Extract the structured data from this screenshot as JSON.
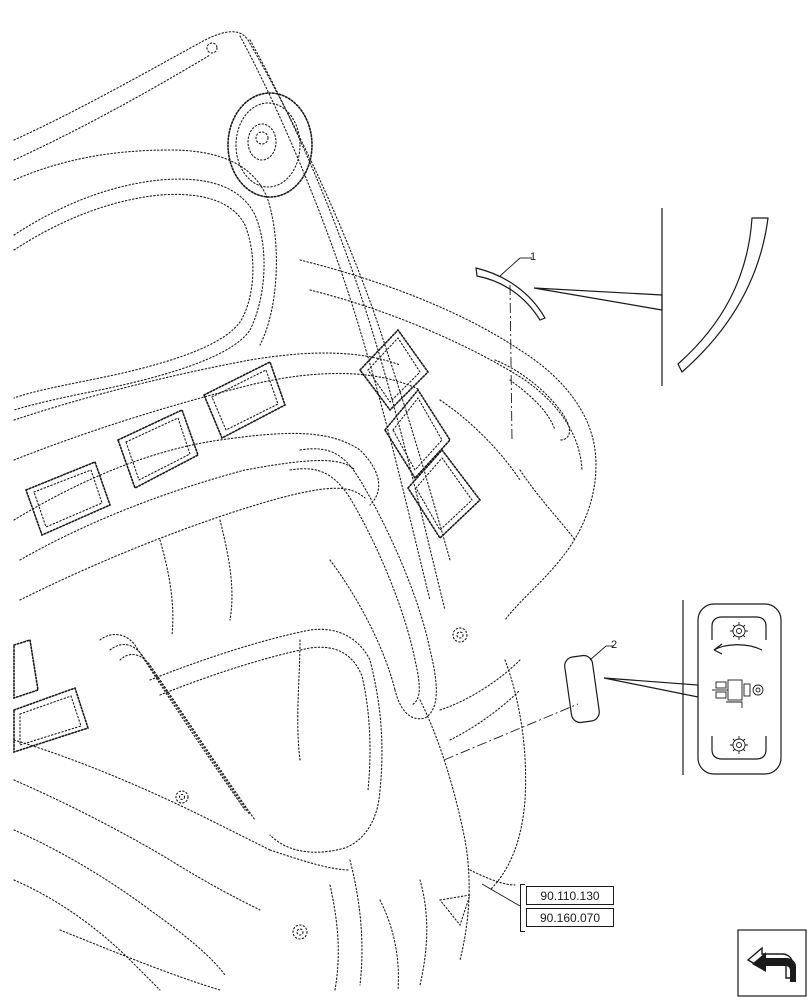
{
  "callouts": [
    {
      "label": "1"
    },
    {
      "label": "2"
    }
  ],
  "references": [
    {
      "code": "90.110.130"
    },
    {
      "code": "90.160.070"
    }
  ],
  "icons": {
    "nav": "next-page-arrow-icon",
    "decal": "transmission-control-decal-icon"
  }
}
